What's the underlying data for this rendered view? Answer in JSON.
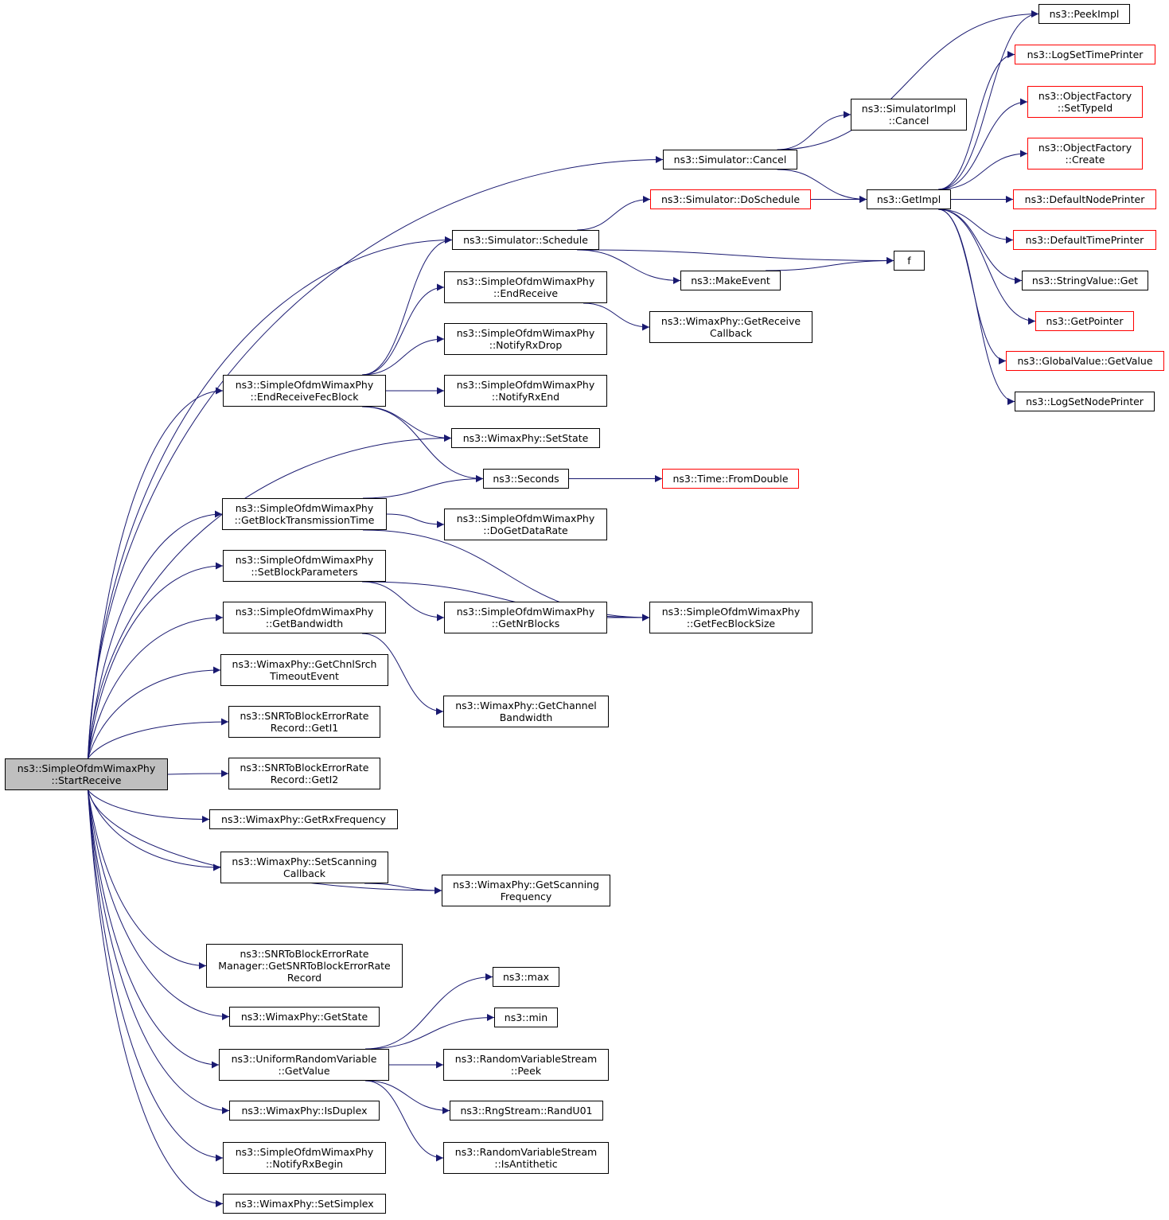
{
  "graph": {
    "edge_color": "#191970",
    "root_fill": "#bfbfbf",
    "linked_border": "#000000",
    "truncated_border": "#ff0000",
    "nodes": [
      {
        "id": "root",
        "lines": [
          "ns3::SimpleOfdmWimaxPhy",
          "::StartReceive"
        ],
        "style": "root"
      },
      {
        "id": "sim_cancel",
        "lines": [
          "ns3::Simulator::Cancel"
        ],
        "style": "normal"
      },
      {
        "id": "simimpl_cancel",
        "lines": [
          "ns3::SimulatorImpl",
          "::Cancel"
        ],
        "style": "normal"
      },
      {
        "id": "peekimpl",
        "lines": [
          "ns3::PeekImpl"
        ],
        "style": "normal"
      },
      {
        "id": "logsettime",
        "lines": [
          "ns3::LogSetTimePrinter"
        ],
        "style": "truncated"
      },
      {
        "id": "of_settypeid",
        "lines": [
          "ns3::ObjectFactory",
          "::SetTypeId"
        ],
        "style": "truncated"
      },
      {
        "id": "of_create",
        "lines": [
          "ns3::ObjectFactory",
          "::Create"
        ],
        "style": "truncated"
      },
      {
        "id": "defnode",
        "lines": [
          "ns3::DefaultNodePrinter"
        ],
        "style": "truncated"
      },
      {
        "id": "deftime",
        "lines": [
          "ns3::DefaultTimePrinter"
        ],
        "style": "truncated"
      },
      {
        "id": "strval",
        "lines": [
          "ns3::StringValue::Get"
        ],
        "style": "normal"
      },
      {
        "id": "getpointer",
        "lines": [
          "ns3::GetPointer"
        ],
        "style": "truncated"
      },
      {
        "id": "globalval",
        "lines": [
          "ns3::GlobalValue::GetValue"
        ],
        "style": "truncated"
      },
      {
        "id": "logsetnode",
        "lines": [
          "ns3::LogSetNodePrinter"
        ],
        "style": "normal"
      },
      {
        "id": "getimpl",
        "lines": [
          "ns3::GetImpl"
        ],
        "style": "normal"
      },
      {
        "id": "doschedule",
        "lines": [
          "ns3::Simulator::DoSchedule"
        ],
        "style": "truncated"
      },
      {
        "id": "schedule",
        "lines": [
          "ns3::Simulator::Schedule"
        ],
        "style": "normal"
      },
      {
        "id": "f",
        "lines": [
          "f"
        ],
        "style": "normal"
      },
      {
        "id": "makeevent",
        "lines": [
          "ns3::MakeEvent"
        ],
        "style": "normal"
      },
      {
        "id": "endreceive",
        "lines": [
          "ns3::SimpleOfdmWimaxPhy",
          "::EndReceive"
        ],
        "style": "normal"
      },
      {
        "id": "getrecvcb",
        "lines": [
          "ns3::WimaxPhy::GetReceive",
          "Callback"
        ],
        "style": "normal"
      },
      {
        "id": "notifyrxdrop",
        "lines": [
          "ns3::SimpleOfdmWimaxPhy",
          "::NotifyRxDrop"
        ],
        "style": "normal"
      },
      {
        "id": "endrecvfec",
        "lines": [
          "ns3::SimpleOfdmWimaxPhy",
          "::EndReceiveFecBlock"
        ],
        "style": "normal"
      },
      {
        "id": "notifyrxend",
        "lines": [
          "ns3::SimpleOfdmWimaxPhy",
          "::NotifyRxEnd"
        ],
        "style": "normal"
      },
      {
        "id": "setstate",
        "lines": [
          "ns3::WimaxPhy::SetState"
        ],
        "style": "normal"
      },
      {
        "id": "seconds",
        "lines": [
          "ns3::Seconds"
        ],
        "style": "normal"
      },
      {
        "id": "fromdouble",
        "lines": [
          "ns3::Time::FromDouble"
        ],
        "style": "truncated"
      },
      {
        "id": "getblocktx",
        "lines": [
          "ns3::SimpleOfdmWimaxPhy",
          "::GetBlockTransmissionTime"
        ],
        "style": "normal"
      },
      {
        "id": "dogetdatarate",
        "lines": [
          "ns3::SimpleOfdmWimaxPhy",
          "::DoGetDataRate"
        ],
        "style": "normal"
      },
      {
        "id": "setblockparams",
        "lines": [
          "ns3::SimpleOfdmWimaxPhy",
          "::SetBlockParameters"
        ],
        "style": "normal"
      },
      {
        "id": "getnrblocks",
        "lines": [
          "ns3::SimpleOfdmWimaxPhy",
          "::GetNrBlocks"
        ],
        "style": "normal"
      },
      {
        "id": "getfecblocksize",
        "lines": [
          "ns3::SimpleOfdmWimaxPhy",
          "::GetFecBlockSize"
        ],
        "style": "normal"
      },
      {
        "id": "getbandwidth",
        "lines": [
          "ns3::SimpleOfdmWimaxPhy",
          "::GetBandwidth"
        ],
        "style": "normal"
      },
      {
        "id": "getchannelbw",
        "lines": [
          "ns3::WimaxPhy::GetChannel",
          "Bandwidth"
        ],
        "style": "normal"
      },
      {
        "id": "getchnlsrch",
        "lines": [
          "ns3::WimaxPhy::GetChnlSrch",
          "TimeoutEvent"
        ],
        "style": "normal"
      },
      {
        "id": "geti1",
        "lines": [
          "ns3::SNRToBlockErrorRate",
          "Record::GetI1"
        ],
        "style": "normal"
      },
      {
        "id": "geti2",
        "lines": [
          "ns3::SNRToBlockErrorRate",
          "Record::GetI2"
        ],
        "style": "normal"
      },
      {
        "id": "getrxfreq",
        "lines": [
          "ns3::WimaxPhy::GetRxFrequency"
        ],
        "style": "normal"
      },
      {
        "id": "setscancb",
        "lines": [
          "ns3::WimaxPhy::SetScanning",
          "Callback"
        ],
        "style": "normal"
      },
      {
        "id": "getscanfreq",
        "lines": [
          "ns3::WimaxPhy::GetScanning",
          "Frequency"
        ],
        "style": "normal"
      },
      {
        "id": "snrmgr",
        "lines": [
          "ns3::SNRToBlockErrorRate",
          "Manager::GetSNRToBlockErrorRate",
          "Record"
        ],
        "style": "normal"
      },
      {
        "id": "getstate",
        "lines": [
          "ns3::WimaxPhy::GetState"
        ],
        "style": "normal"
      },
      {
        "id": "urv_getvalue",
        "lines": [
          "ns3::UniformRandomVariable",
          "::GetValue"
        ],
        "style": "normal"
      },
      {
        "id": "max",
        "lines": [
          "ns3::max"
        ],
        "style": "normal"
      },
      {
        "id": "min",
        "lines": [
          "ns3::min"
        ],
        "style": "normal"
      },
      {
        "id": "rvs_peek",
        "lines": [
          "ns3::RandomVariableStream",
          "::Peek"
        ],
        "style": "normal"
      },
      {
        "id": "randu01",
        "lines": [
          "ns3::RngStream::RandU01"
        ],
        "style": "normal"
      },
      {
        "id": "isantithetic",
        "lines": [
          "ns3::RandomVariableStream",
          "::IsAntithetic"
        ],
        "style": "normal"
      },
      {
        "id": "isduplex",
        "lines": [
          "ns3::WimaxPhy::IsDuplex"
        ],
        "style": "normal"
      },
      {
        "id": "notifyrxbegin",
        "lines": [
          "ns3::SimpleOfdmWimaxPhy",
          "::NotifyRxBegin"
        ],
        "style": "normal"
      },
      {
        "id": "setsimplex",
        "lines": [
          "ns3::WimaxPhy::SetSimplex"
        ],
        "style": "normal"
      }
    ],
    "edges": [
      [
        "root",
        "sim_cancel"
      ],
      [
        "root",
        "schedule"
      ],
      [
        "root",
        "endrecvfec"
      ],
      [
        "root",
        "setstate"
      ],
      [
        "root",
        "getblocktx"
      ],
      [
        "root",
        "setblockparams"
      ],
      [
        "root",
        "getbandwidth"
      ],
      [
        "root",
        "getchnlsrch"
      ],
      [
        "root",
        "geti1"
      ],
      [
        "root",
        "geti2"
      ],
      [
        "root",
        "getrxfreq"
      ],
      [
        "root",
        "setscancb"
      ],
      [
        "root",
        "getscanfreq"
      ],
      [
        "root",
        "snrmgr"
      ],
      [
        "root",
        "getstate"
      ],
      [
        "root",
        "urv_getvalue"
      ],
      [
        "root",
        "isduplex"
      ],
      [
        "root",
        "notifyrxbegin"
      ],
      [
        "root",
        "setsimplex"
      ],
      [
        "sim_cancel",
        "simimpl_cancel"
      ],
      [
        "sim_cancel",
        "getimpl"
      ],
      [
        "sim_cancel",
        "peekimpl"
      ],
      [
        "getimpl",
        "peekimpl"
      ],
      [
        "getimpl",
        "logsettime"
      ],
      [
        "getimpl",
        "of_settypeid"
      ],
      [
        "getimpl",
        "of_create"
      ],
      [
        "getimpl",
        "defnode"
      ],
      [
        "getimpl",
        "deftime"
      ],
      [
        "getimpl",
        "strval"
      ],
      [
        "getimpl",
        "getpointer"
      ],
      [
        "getimpl",
        "globalval"
      ],
      [
        "getimpl",
        "logsetnode"
      ],
      [
        "doschedule",
        "getimpl"
      ],
      [
        "schedule",
        "doschedule"
      ],
      [
        "schedule",
        "f"
      ],
      [
        "schedule",
        "makeevent"
      ],
      [
        "makeevent",
        "f"
      ],
      [
        "endrecvfec",
        "schedule"
      ],
      [
        "endrecvfec",
        "endreceive"
      ],
      [
        "endrecvfec",
        "notifyrxdrop"
      ],
      [
        "endrecvfec",
        "notifyrxend"
      ],
      [
        "endrecvfec",
        "setstate"
      ],
      [
        "endrecvfec",
        "seconds"
      ],
      [
        "endreceive",
        "getrecvcb"
      ],
      [
        "getblocktx",
        "seconds"
      ],
      [
        "getblocktx",
        "dogetdatarate"
      ],
      [
        "getblocktx",
        "getfecblocksize"
      ],
      [
        "seconds",
        "fromdouble"
      ],
      [
        "setblockparams",
        "getnrblocks"
      ],
      [
        "setblockparams",
        "getfecblocksize"
      ],
      [
        "getnrblocks",
        "getfecblocksize"
      ],
      [
        "getbandwidth",
        "getchannelbw"
      ],
      [
        "setscancb",
        "getscanfreq"
      ],
      [
        "urv_getvalue",
        "max"
      ],
      [
        "urv_getvalue",
        "min"
      ],
      [
        "urv_getvalue",
        "rvs_peek"
      ],
      [
        "urv_getvalue",
        "randu01"
      ],
      [
        "urv_getvalue",
        "isantithetic"
      ]
    ]
  }
}
